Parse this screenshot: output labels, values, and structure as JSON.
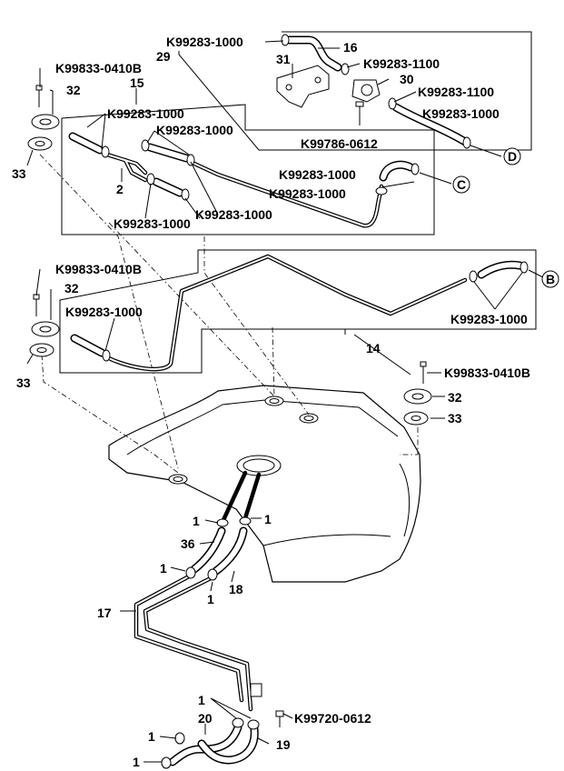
{
  "labels": {
    "k99283_1000_top": "K99283-1000",
    "n29": "29",
    "n16": "16",
    "n31": "31",
    "k99283_1100_a": "K99283-1100",
    "n30": "30",
    "k99283_1100_b": "K99283-1100",
    "k99283_1000_d": "K99283-1000",
    "k99786_0612": "K99786-0612",
    "d": "D",
    "k99833_top": "K99833-0410B",
    "n32_top": "32",
    "n15": "15",
    "k99283_1000_a": "K99283-1000",
    "k99283_1000_b": "K99283-1000",
    "n33_top": "33",
    "n2": "2",
    "k99283_1000_c1": "K99283-1000",
    "k99283_1000_c2": "K99283-1000",
    "c": "C",
    "k99283_1000_bot1": "K99283-1000",
    "k99283_1000_bot2": "K99283-1000",
    "k99833_mid": "K99833-0410B",
    "b": "B",
    "n32_mid": "32",
    "k99283_1000_left": "K99283-1000",
    "k99283_1000_right": "K99283-1000",
    "n14": "14",
    "n33_mid": "33",
    "k99833_right": "K99833-0410B",
    "n32_right": "32",
    "n33_right": "33",
    "n1_a": "1",
    "n1_b": "1",
    "n36": "36",
    "n1_c": "1",
    "n1_d": "1",
    "n18": "18",
    "n17": "17",
    "n1_e": "1",
    "k99720_0612": "K99720-0612",
    "n20": "20",
    "n1_f": "1",
    "n19": "19",
    "n1_g": "1"
  }
}
